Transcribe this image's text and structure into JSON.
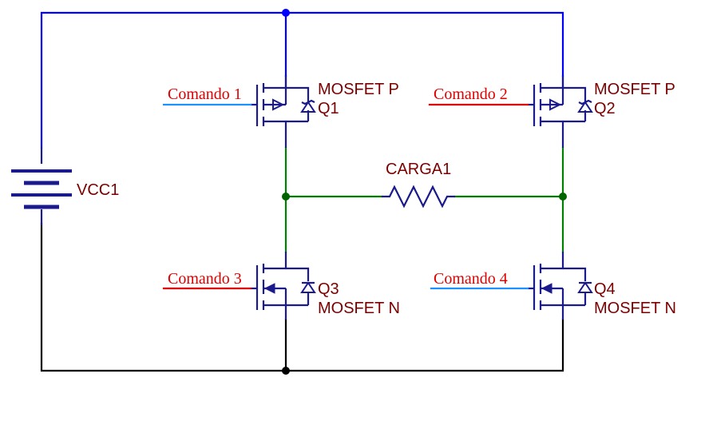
{
  "battery": {
    "label": "VCC1"
  },
  "load": {
    "label": "CARGA1"
  },
  "transistors": [
    {
      "ref": "Q1",
      "type": "MOSFET P",
      "command": "Comando 1"
    },
    {
      "ref": "Q2",
      "type": "MOSFET P",
      "command": "Comando 2"
    },
    {
      "ref": "Q3",
      "type": "MOSFET N",
      "command": "Comando 3"
    },
    {
      "ref": "Q4",
      "type": "MOSFET N",
      "command": "Comando 4"
    }
  ],
  "colors": {
    "vcc_wire": "#0000ff",
    "gnd_wire": "#000000",
    "output_wire": "#008000",
    "symbol": "#1a1a8c",
    "label": "#7a0000",
    "command_text": "#e00000",
    "command_wire_blue": "#1e90ff",
    "command_wire_red": "#e00000"
  }
}
